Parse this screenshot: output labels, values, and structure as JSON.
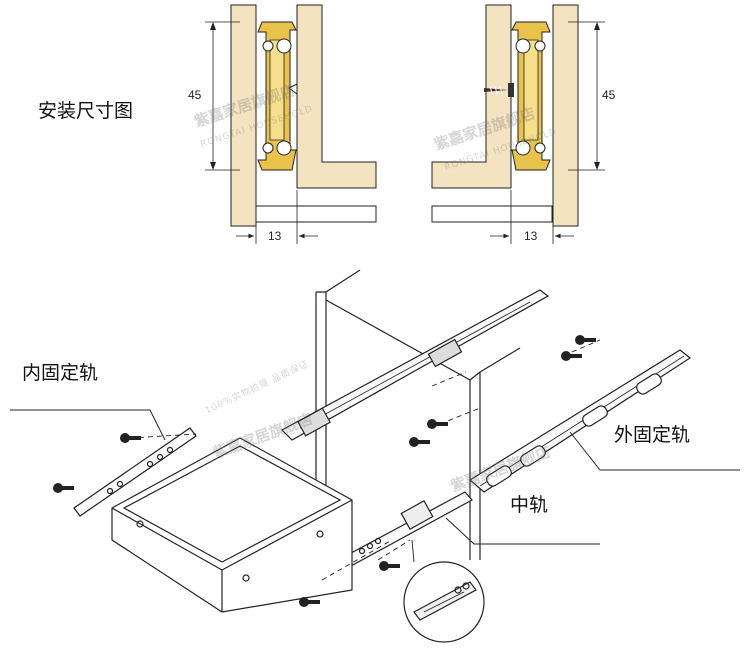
{
  "labels": {
    "install_dimensions": "安装尺寸图",
    "inner_rail": "内固定轨",
    "outer_rail": "外固定轨",
    "middle_rail": "中轨"
  },
  "dimensions": {
    "left_height": "45",
    "left_width": "13",
    "right_height": "45",
    "right_width": "13"
  },
  "watermark": {
    "shop_name": "紫嘉家居旗舰店",
    "latin": "RONGTAI HOUSEHOLD",
    "promise": "100%实物拍摄 品质保证"
  },
  "colors": {
    "wood": "#f3e3c0",
    "rail_gold": "#e8c24a",
    "line": "#222222"
  }
}
